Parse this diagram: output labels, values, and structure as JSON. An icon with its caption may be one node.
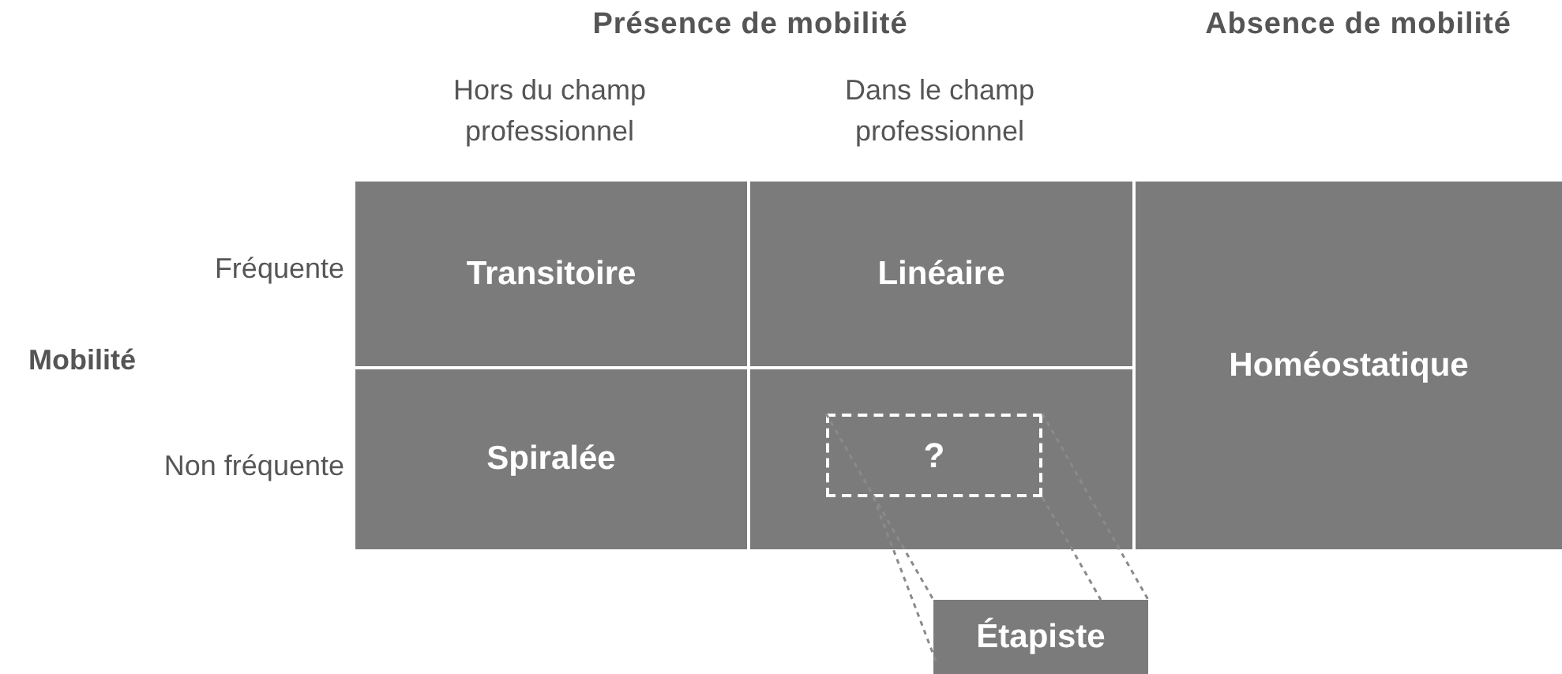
{
  "diagram": {
    "nodes": [
      {
        "text": [
          "Transitoire"
        ]
      },
      {
        "text": [
          "Linéaire"
        ]
      },
      {
        "text": [
          "Homéostatique"
        ]
      },
      {
        "text": [
          "Spiralée"
        ]
      },
      {
        "text": [],
        "shape": "box"
      },
      {
        "text": [
          "?"
        ],
        "in": 4
      },
      {
        "text": [
          "Étapiste"
        ]
      }
    ],
    "edges": [
      {
        "from": 5,
        "to": 6,
        "arrow": "none",
        "style": "dashed"
      }
    ],
    "labels": [
      "Présence de mobilité",
      "Absence de mobilité",
      "Hors du champ professionnel",
      "Dans le champ professionnel",
      "Fréquente",
      "Mobilité",
      "Non fréquente"
    ]
  }
}
